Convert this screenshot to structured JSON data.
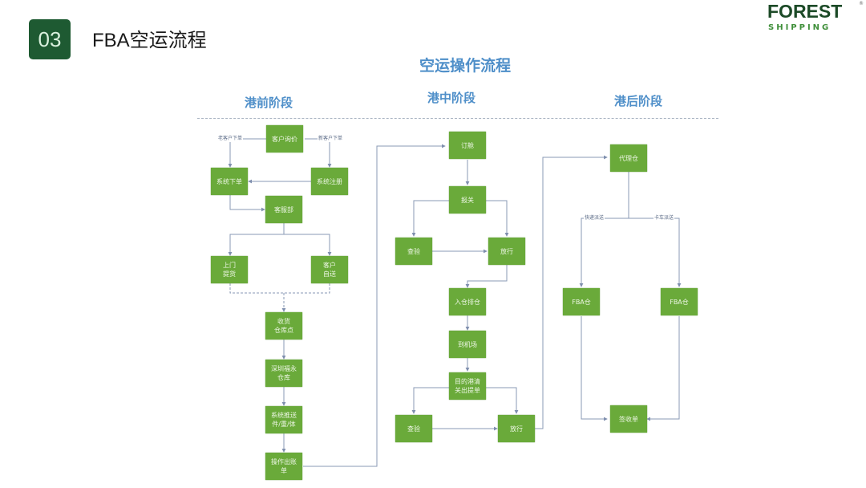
{
  "header": {
    "section_number": "03",
    "title": "FBA空运流程"
  },
  "logo": {
    "main": "FOREST",
    "sub": "SHIPPING",
    "reg": "®"
  },
  "diagram": {
    "title": "空运操作流程",
    "stages": [
      "港前阶段",
      "港中阶段",
      "港后阶段"
    ],
    "colors": {
      "node": "#6aaa3a",
      "stage_text": "#4f8fc9",
      "edge": "#8a9ab5"
    },
    "nodes": {
      "inquiry": "客户询价",
      "system_order": "系统下单",
      "system_register": "系统注册",
      "service": "客服部",
      "pickup": "上门\n提货",
      "self_delivery": "客户\n自送",
      "receive": "收货\n仓库点",
      "shenzhen_wh": "深圳福永\n仓库",
      "system_push": "系统推送\n件/重/体",
      "operate_bill": "操作出账\n单",
      "booking": "订舱",
      "customs": "报关",
      "inspect1": "查验",
      "release1": "放行",
      "warehouse_in": "入仓排仓",
      "to_airport": "到机场",
      "dest_customs": "目的港清\n关出提单",
      "inspect2": "查验",
      "release2": "放行",
      "agent_wh": "代理仓",
      "fba1": "FBA仓",
      "fba2": "FBA仓",
      "sign": "签收单"
    },
    "edge_labels": {
      "old_customer": "老客户下单",
      "new_customer": "新客户下单",
      "express": "快递派送",
      "truck": "卡车派送"
    }
  }
}
